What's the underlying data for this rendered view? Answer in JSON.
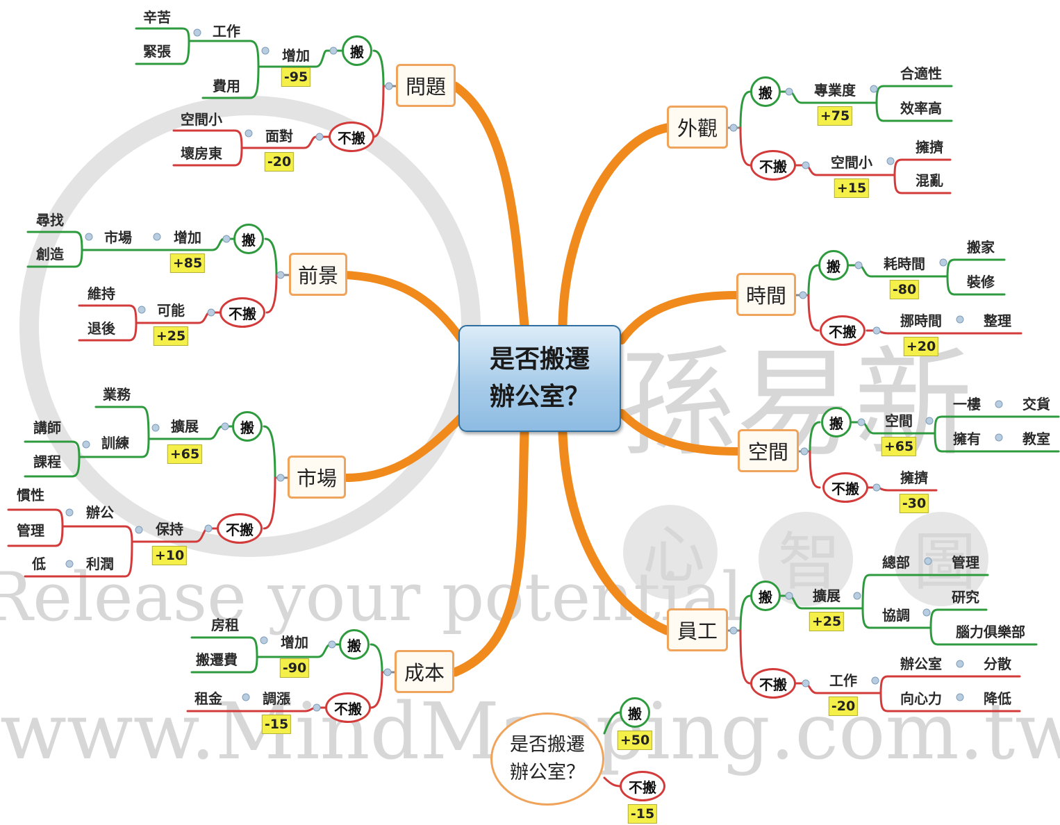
{
  "watermark": {
    "brand_text": "孫易新",
    "seal_text": [
      "心",
      "智",
      "圖"
    ],
    "tagline": "Release your potential",
    "url": "www.MindMapping.com.tw"
  },
  "central_topic": {
    "line1": "是否搬遷",
    "line2": "辦公室？"
  },
  "summary": {
    "line1": "是否搬遷",
    "line2": "辦公室？",
    "move_label": "搬",
    "move_score": "+50",
    "stay_label": "不搬",
    "stay_score": "-15"
  },
  "topics": {
    "problem": {
      "label": "問題",
      "move": {
        "label": "搬",
        "verb": "增加",
        "score": "-95",
        "sub": "工作",
        "leaves": [
          "辛苦",
          "緊張",
          "費用"
        ]
      },
      "stay": {
        "label": "不搬",
        "verb": "面對",
        "score": "-20",
        "leaves": [
          "空間小",
          "壞房東"
        ]
      }
    },
    "prospect": {
      "label": "前景",
      "move": {
        "label": "搬",
        "verb": "增加",
        "score": "+85",
        "sub": "市場",
        "leaves": [
          "尋找",
          "創造"
        ]
      },
      "stay": {
        "label": "不搬",
        "verb": "可能",
        "score": "+25",
        "leaves": [
          "維持",
          "退後"
        ]
      }
    },
    "market": {
      "label": "市場",
      "move": {
        "label": "搬",
        "verb": "擴展",
        "score": "+65",
        "sub": "訓練",
        "leaves": [
          "業務",
          "講師",
          "課程"
        ]
      },
      "stay": {
        "label": "不搬",
        "verb": "保持",
        "score": "+10",
        "sub1": "辦公",
        "sub2": "利潤",
        "leaves": [
          "慣性",
          "管理",
          "低"
        ]
      }
    },
    "cost": {
      "label": "成本",
      "move": {
        "label": "搬",
        "verb": "增加",
        "score": "-90",
        "leaves": [
          "房租",
          "搬遷費"
        ]
      },
      "stay": {
        "label": "不搬",
        "verb": "調漲",
        "score": "-15",
        "leaves": [
          "租金"
        ]
      }
    },
    "appearance": {
      "label": "外觀",
      "move": {
        "label": "搬",
        "verb": "專業度",
        "score": "+75",
        "leaves": [
          "合適性",
          "效率高"
        ]
      },
      "stay": {
        "label": "不搬",
        "verb": "空間小",
        "score": "+15",
        "leaves": [
          "擁擠",
          "混亂"
        ]
      }
    },
    "time": {
      "label": "時間",
      "move": {
        "label": "搬",
        "verb": "耗時間",
        "score": "-80",
        "leaves": [
          "搬家",
          "裝修"
        ]
      },
      "stay": {
        "label": "不搬",
        "verb": "挪時間",
        "score": "+20",
        "leaves": [
          "整理"
        ]
      }
    },
    "space": {
      "label": "空間",
      "move": {
        "label": "搬",
        "verb": "空間",
        "score": "+65",
        "sub1": "一樓",
        "sub2": "擁有",
        "leaves": [
          "交貨",
          "教室"
        ]
      },
      "stay": {
        "label": "不搬",
        "verb": "擁擠",
        "score": "-30"
      }
    },
    "staff": {
      "label": "員工",
      "move": {
        "label": "搬",
        "verb": "擴展",
        "score": "+25",
        "sub1": "總部",
        "sub2": "協調",
        "leaves": [
          "管理",
          "研究",
          "腦力俱樂部"
        ]
      },
      "stay": {
        "label": "不搬",
        "verb": "工作",
        "score": "-20",
        "sub1": "辦公室",
        "sub2": "向心力",
        "leaves": [
          "分散",
          "降低"
        ]
      }
    }
  },
  "colors": {
    "main_branch": "#f08a1c",
    "move_branch": "#2e9a3e",
    "stay_branch": "#d33a3a",
    "score_bg": "#f5ef4a"
  }
}
